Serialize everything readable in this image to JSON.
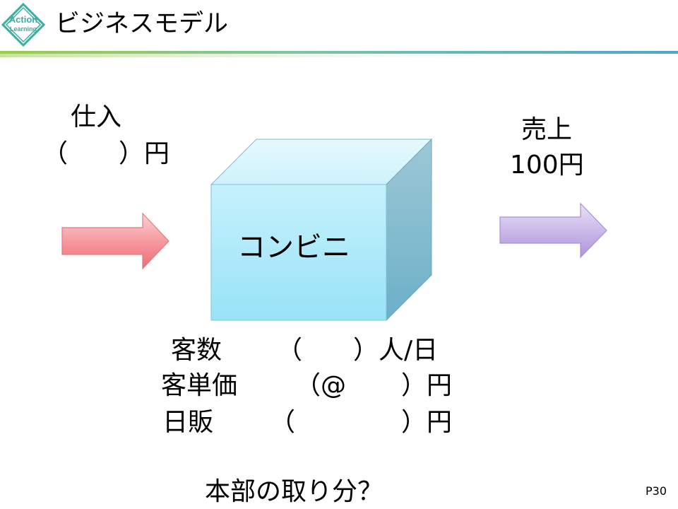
{
  "header": {
    "title": "ビジネスモデル",
    "logo_text_line1": "Action",
    "logo_text_line2": "Learning"
  },
  "purchase": {
    "label": "仕入",
    "value": "（　　）円"
  },
  "sales": {
    "label": "売上",
    "value": "100円"
  },
  "store": {
    "label": "コンビニ"
  },
  "metrics": [
    {
      "name": "客数",
      "open": "（",
      "close": "）人/日"
    },
    {
      "name": "客単価",
      "open": "（@",
      "close": "）円"
    },
    {
      "name": "日販",
      "open": "（",
      "close": "）円"
    }
  ],
  "question": "本部の取り分？",
  "page_number": "P30",
  "colors": {
    "logo_teal": "#3aafa0",
    "header_rule": "#8bc34a",
    "inbound_arrow": "#f06e76",
    "outbound_arrow": "#b9a2df",
    "cube_face": "#a8e9fa",
    "cube_top": "#d6f5fd",
    "cube_side": "#76b8cc"
  },
  "icons": {
    "logo": "action-learning-diamond-logo",
    "inbound_arrow": "right-arrow",
    "outbound_arrow": "right-arrow"
  }
}
